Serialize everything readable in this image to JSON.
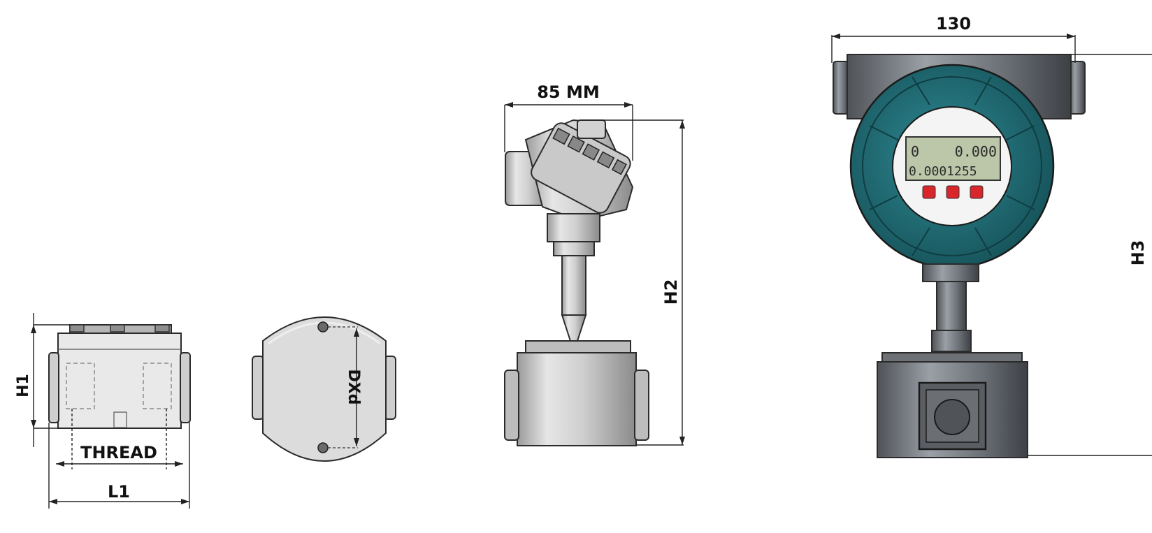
{
  "labels": {
    "h1": "H1",
    "thread": "THREAD",
    "l1": "L1",
    "dxd": "DXd",
    "width_85": "85 MM",
    "h2": "H2",
    "width_130": "130",
    "h3": "H3"
  },
  "display": {
    "line1_left": "0",
    "line1_right": "0.000",
    "line2": "0.0001255"
  },
  "colors": {
    "body_gray": "#c8c8c8",
    "dark_gray": "#707070",
    "housing_teal": "#1f6b73",
    "lcd_green": "#b9c4a6",
    "button_red": "#d8262b",
    "line": "#222222"
  }
}
